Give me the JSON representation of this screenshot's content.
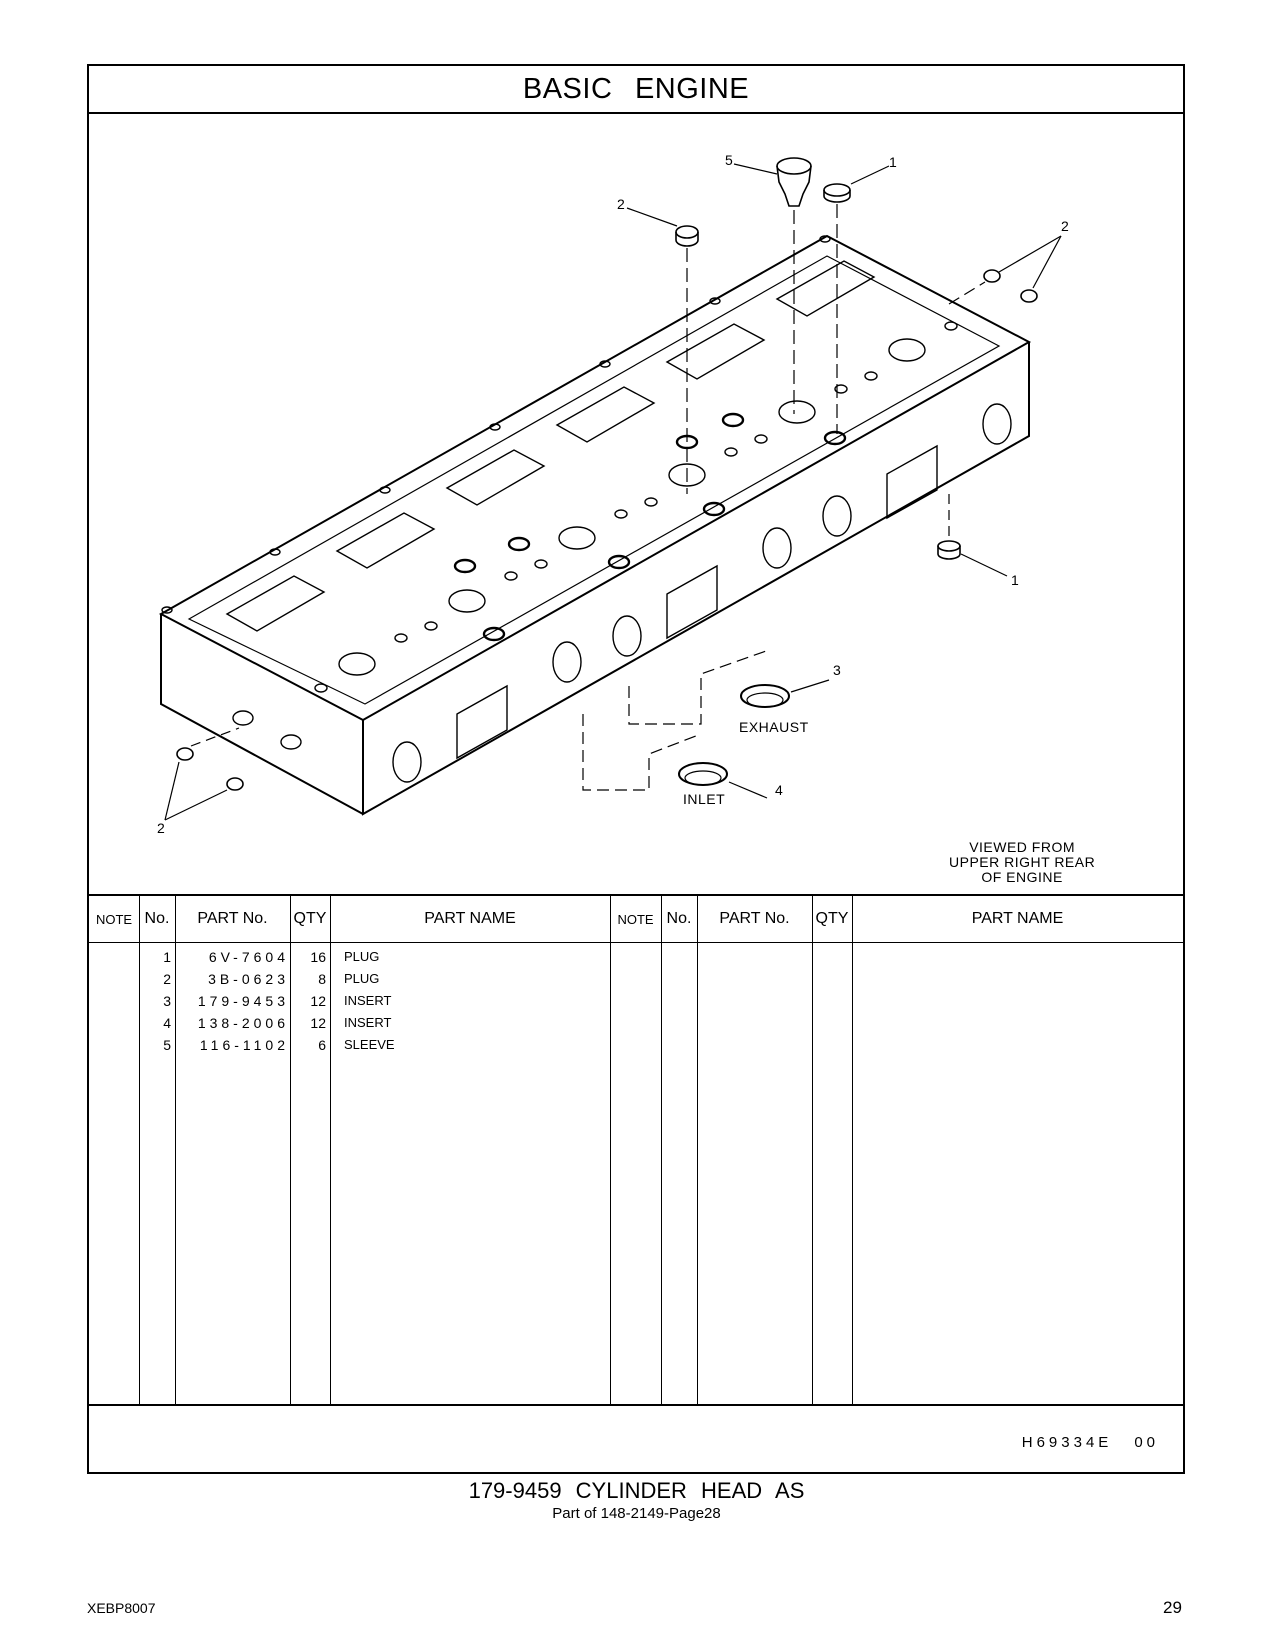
{
  "header": {
    "title": "BASIC ENGINE"
  },
  "illustration": {
    "callouts": [
      "1",
      "2",
      "3",
      "4",
      "5"
    ],
    "exhaust_label": "EXHAUST",
    "inlet_label": "INLET",
    "view_note": [
      "VIEWED FROM",
      "UPPER RIGHT REAR",
      "OF ENGINE"
    ]
  },
  "table": {
    "headers": {
      "note": "NOTE",
      "no": "No.",
      "part_no": "PART No.",
      "qty": "QTY",
      "part_name": "PART NAME"
    },
    "rows": [
      {
        "no": "1",
        "part_no": "6V-7604",
        "qty": "16",
        "name": "PLUG"
      },
      {
        "no": "2",
        "part_no": "3B-0623",
        "qty": "8",
        "name": "PLUG"
      },
      {
        "no": "3",
        "part_no": "179-9453",
        "qty": "12",
        "name": "INSERT"
      },
      {
        "no": "4",
        "part_no": "138-2006",
        "qty": "12",
        "name": "INSERT"
      },
      {
        "no": "5",
        "part_no": "116-1102",
        "qty": "6",
        "name": "SLEEVE"
      }
    ]
  },
  "illustration_code": {
    "id": "H69334E",
    "rev": "00"
  },
  "caption": {
    "title": "179-9459 CYLINDER HEAD AS",
    "subtitle": "Part of 148-2149-Page28"
  },
  "footer": {
    "doc_id": "XEBP8007",
    "page": "29"
  }
}
